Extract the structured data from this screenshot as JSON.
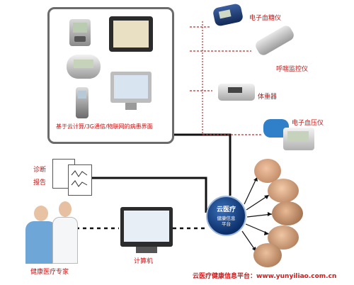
{
  "panel": {
    "caption": "基于云计算/3G通信/物联网的病患界面"
  },
  "devices": {
    "glucose_meter": "电子血糖仪",
    "breath_monitor": "呼喘监控仪",
    "scale": "体重器",
    "bp_monitor": "电子血压仪"
  },
  "report": {
    "label_line1": "诊断",
    "label_line2": "报告"
  },
  "hub": {
    "line1": "云医疗",
    "line2": "健康信息",
    "line3": "平台"
  },
  "doctors": {
    "label": "健康医疗专家"
  },
  "computer": {
    "label": "计算机"
  },
  "footer": {
    "text": "云医疗健康信息平台：www.yunyiliao.com.cn"
  }
}
